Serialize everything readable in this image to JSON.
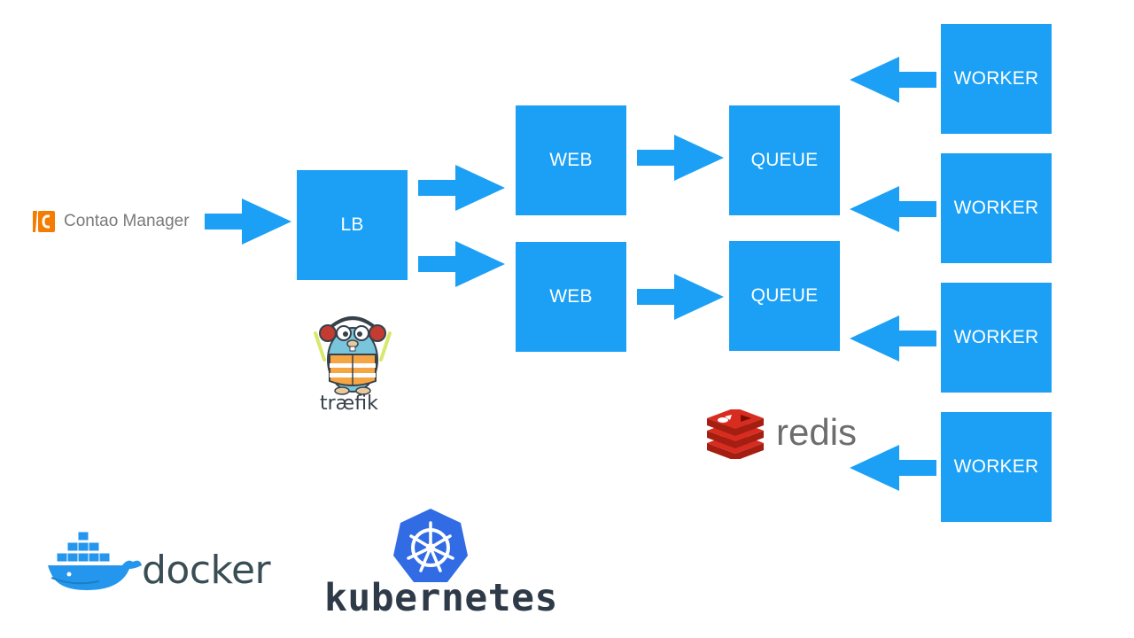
{
  "colors": {
    "box": "#1ba0f5",
    "arrow": "#1ba0f5",
    "box_text": "#ffffff",
    "contao_orange": "#f47c00",
    "redis_red": "#d82c20",
    "docker_blue": "#2496ed",
    "kubernetes_blue": "#326ce5"
  },
  "nodes": {
    "lb": "LB",
    "web_top": "WEB",
    "web_bottom": "WEB",
    "queue_top": "QUEUE",
    "queue_bottom": "QUEUE",
    "worker_1": "WORKER",
    "worker_2": "WORKER",
    "worker_3": "WORKER",
    "worker_4": "WORKER"
  },
  "logos": {
    "contao": "Contao Manager",
    "traefik": "træfik",
    "redis": "redis",
    "docker": "docker",
    "kubernetes": "kubernetes"
  },
  "icons": {
    "contao": "contao-logo-icon",
    "traefik": "traefik-gopher-icon",
    "redis": "redis-cube-icon",
    "docker": "docker-whale-icon",
    "kubernetes": "kubernetes-helm-icon"
  }
}
